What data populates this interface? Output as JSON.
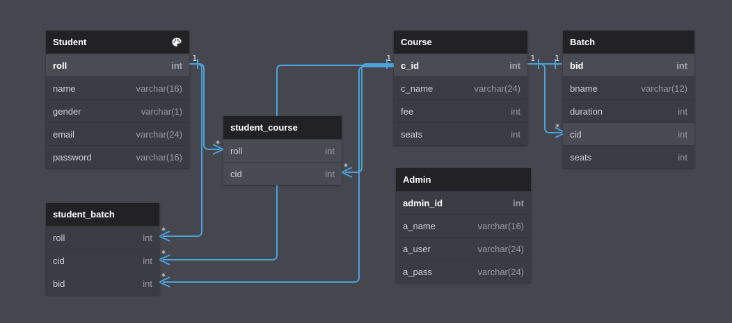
{
  "tables": {
    "student": {
      "name": "Student",
      "icon": "palette-icon",
      "columns": [
        {
          "name": "roll",
          "type": "int"
        },
        {
          "name": "name",
          "type": "varchar(16)"
        },
        {
          "name": "gender",
          "type": "varchar(1)"
        },
        {
          "name": "email",
          "type": "varchar(24)"
        },
        {
          "name": "password",
          "type": "varchar(16)"
        }
      ]
    },
    "student_course": {
      "name": "student_course",
      "columns": [
        {
          "name": "roll",
          "type": "int"
        },
        {
          "name": "cid",
          "type": "int"
        }
      ]
    },
    "student_batch": {
      "name": "student_batch",
      "columns": [
        {
          "name": "roll",
          "type": "int"
        },
        {
          "name": "cid",
          "type": "int"
        },
        {
          "name": "bid",
          "type": "int"
        }
      ]
    },
    "course": {
      "name": "Course",
      "columns": [
        {
          "name": "c_id",
          "type": "int"
        },
        {
          "name": "c_name",
          "type": "varchar(24)"
        },
        {
          "name": "fee",
          "type": "int"
        },
        {
          "name": "seats",
          "type": "int"
        }
      ]
    },
    "batch": {
      "name": "Batch",
      "columns": [
        {
          "name": "bid",
          "type": "int"
        },
        {
          "name": "bname",
          "type": "varchar(12)"
        },
        {
          "name": "duration",
          "type": "int"
        },
        {
          "name": "cid",
          "type": "int"
        },
        {
          "name": "seats",
          "type": "int"
        }
      ]
    },
    "admin": {
      "name": "Admin",
      "columns": [
        {
          "name": "admin_id",
          "type": "int"
        },
        {
          "name": "a_name",
          "type": "varchar(16)"
        },
        {
          "name": "a_user",
          "type": "varchar(24)"
        },
        {
          "name": "a_pass",
          "type": "varchar(24)"
        }
      ]
    }
  },
  "cardinality": {
    "one": "1",
    "many": "*"
  },
  "colors": {
    "canvas": "#46464f",
    "link": "#4ba3d9",
    "header": "#222224"
  }
}
